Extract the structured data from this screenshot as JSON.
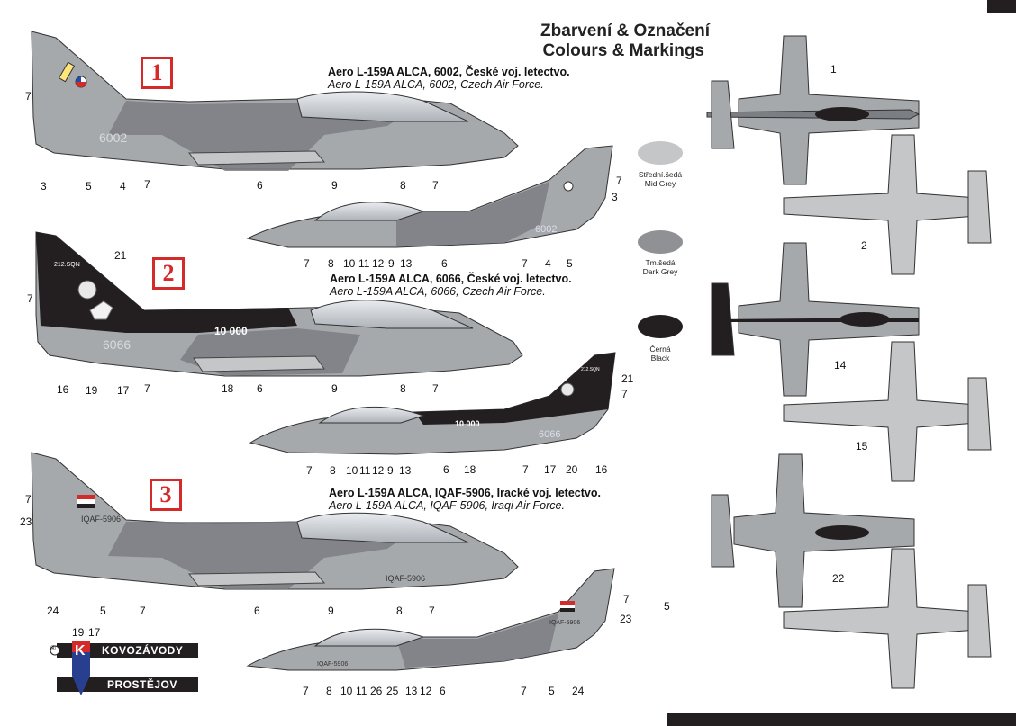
{
  "titles": {
    "cz": "Zbarvení & Označení",
    "en": "Colours & Markings"
  },
  "schemes": [
    {
      "id": "1",
      "line1": "Aero L-159A ALCA, 6002, České voj. letectvo.",
      "line2": "Aero L-159A ALCA, 6002, Czech Air Force."
    },
    {
      "id": "2",
      "line1": "Aero L-159A ALCA, 6066, České voj. letectvo.",
      "line2": "Aero L-159A ALCA, 6066, Czech Air Force."
    },
    {
      "id": "3",
      "line1": "Aero L-159A ALCA, IQAF-5906, Iracké voj. letectvo.",
      "line2": "Aero L-159A ALCA, IQAF-5906, Iraqi Air Force."
    }
  ],
  "swatches": [
    {
      "cz": "Střední.šedá",
      "en": "Mid Grey",
      "color": "#c4c6c8"
    },
    {
      "cz": "Tm.šedá",
      "en": "Dark Grey",
      "color": "#8f9194"
    },
    {
      "cz": "Černá",
      "en": "Black",
      "color": "#231f20"
    }
  ],
  "aircraft_text": {
    "serial1": "6002",
    "serial2": "6066",
    "serial3": "IQAF-5906",
    "sqn": "212.SQN",
    "tenk": "10 000",
    "tail_iq": "IQAF-5906",
    "tail_iq_small": "IQAF-5906"
  },
  "callouts": {
    "a1": [
      "7",
      "3",
      "5",
      "4",
      "7",
      "6",
      "9",
      "8",
      "7"
    ],
    "b1": [
      "7",
      "3",
      "7",
      "8",
      "10",
      "11",
      "12",
      "9",
      "13",
      "6",
      "7",
      "4",
      "5"
    ],
    "a2": [
      "21",
      "7",
      "16",
      "19",
      "17",
      "7",
      "18",
      "6",
      "9",
      "8",
      "7"
    ],
    "b2": [
      "21",
      "7",
      "7",
      "8",
      "10",
      "11",
      "12",
      "9",
      "13",
      "6",
      "18",
      "7",
      "17",
      "20",
      "16"
    ],
    "a3": [
      "7",
      "23",
      "24",
      "5",
      "7",
      "6",
      "9",
      "8",
      "7"
    ],
    "b3": [
      "7",
      "23",
      "5",
      "7",
      "8",
      "10",
      "11",
      "26",
      "25",
      "13",
      "12",
      "6",
      "7",
      "5",
      "24"
    ],
    "plan": [
      "1",
      "2",
      "14",
      "15",
      "22"
    ],
    "misc": [
      "19",
      "17"
    ]
  },
  "logo": {
    "top": "KOVOZÁVODY",
    "bottom": "PROSTĚJOV",
    "mark": "®",
    "letter": "K"
  }
}
